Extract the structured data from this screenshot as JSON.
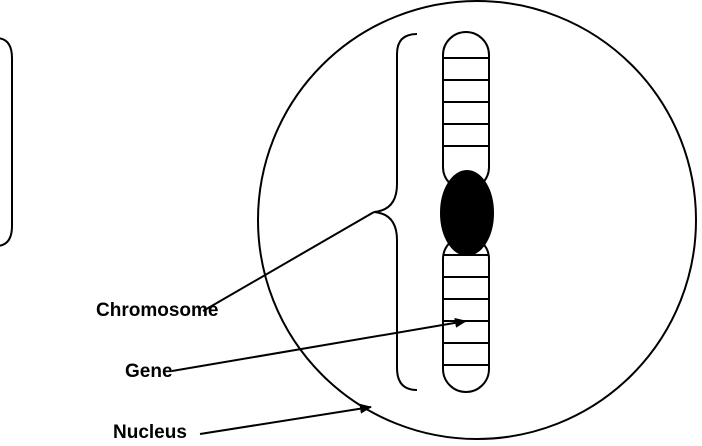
{
  "labels": {
    "chromosome": "Chromosome",
    "gene": "Gene",
    "nucleus": "Nucleus"
  },
  "colors": {
    "stroke": "#000000",
    "centromere_fill": "#000000",
    "background": "#ffffff"
  }
}
